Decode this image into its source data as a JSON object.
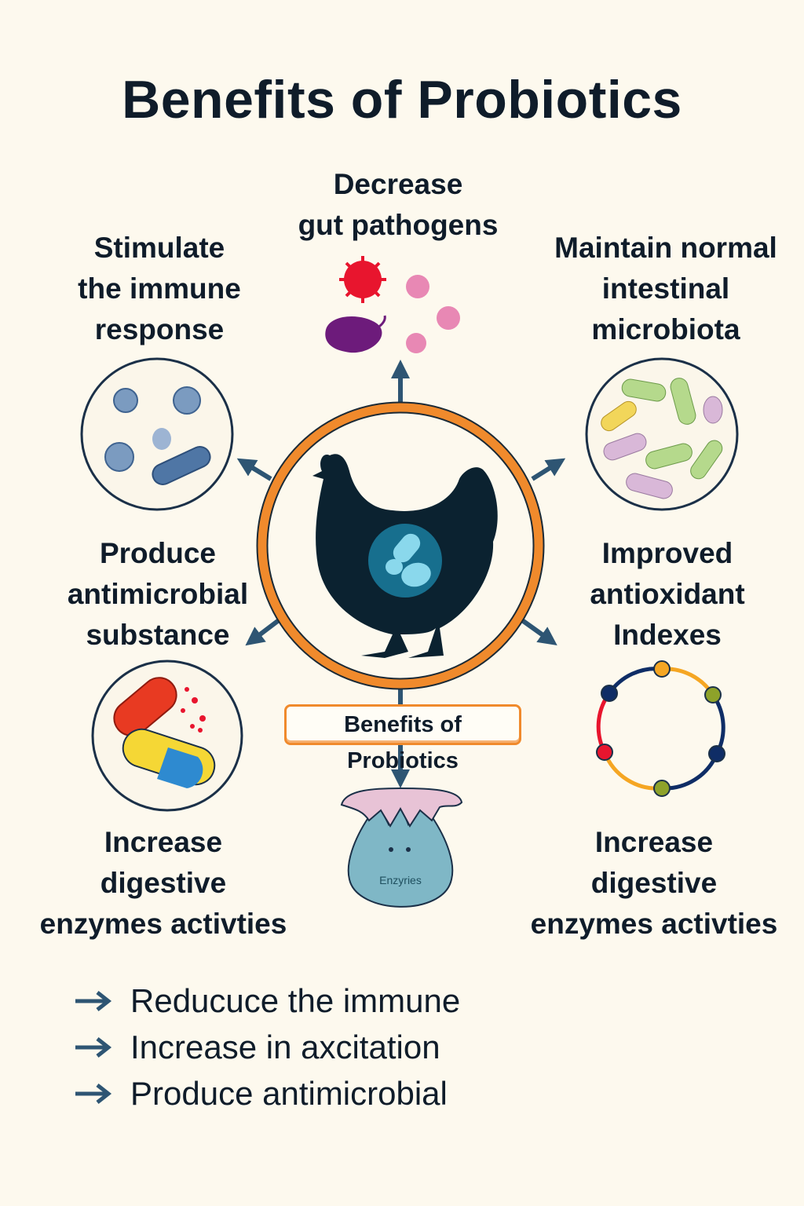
{
  "title": "Benefits of Probiotics",
  "benefits": {
    "top": [
      "Decrease",
      "gut pathogens"
    ],
    "top_left": [
      "Stimulate",
      "the immune",
      "response"
    ],
    "top_right": [
      "Maintain normal",
      "intestinal",
      "microbiota"
    ],
    "mid_left": [
      "Produce",
      "antimicrobial",
      "substance"
    ],
    "mid_right": [
      "Improved",
      "antioxidant",
      "Indexes"
    ],
    "bottom_left": [
      "Increase",
      "digestive",
      "enzymes activties"
    ],
    "bottom_right": [
      "Increase",
      "digestive",
      "enzymes activties"
    ]
  },
  "center_label": "Benefits of Probiotics",
  "enzyme_label": "Enzyries",
  "bullets": [
    "Reducuce the immune",
    "Increase in axcitation",
    "Produce antimicrobial"
  ],
  "colors": {
    "background": "#fdf9ee",
    "text": "#0f1c2a",
    "ring": "#f08a2c",
    "arrow": "#2e5573",
    "chicken": "#0b2230"
  }
}
